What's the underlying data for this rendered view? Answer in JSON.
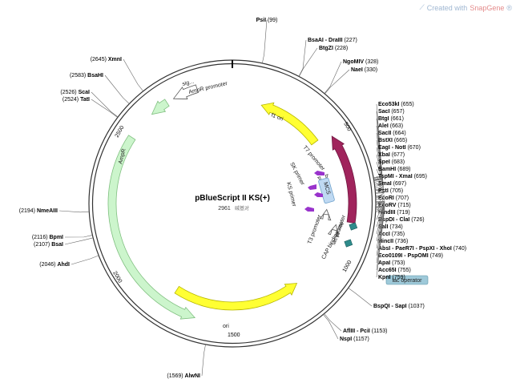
{
  "watermark": {
    "text": "Created with",
    "brand": "SnapGene",
    "mark": "®"
  },
  "plasmid": {
    "name": "pBlueScript II KS(+)",
    "size": "2961",
    "size_suffix": "碱基对"
  },
  "ruler_ticks": [
    "500",
    "1000",
    "1500",
    "2000",
    "2500"
  ],
  "sites": [
    {
      "name": "PsiI",
      "pos": "(99)"
    },
    {
      "name": "BsaAI - DraIII",
      "pos": "(227)"
    },
    {
      "name": "BtgZI",
      "pos": "(228)"
    },
    {
      "name": "NgoMIV",
      "pos": "(328)"
    },
    {
      "name": "NaeI",
      "pos": "(330)"
    },
    {
      "name": "Eco53kI",
      "pos": "(655)"
    },
    {
      "name": "SacI",
      "pos": "(657)"
    },
    {
      "name": "BtgI",
      "pos": "(661)"
    },
    {
      "name": "AleI",
      "pos": "(663)"
    },
    {
      "name": "SacII",
      "pos": "(664)"
    },
    {
      "name": "BstXI",
      "pos": "(665)"
    },
    {
      "name": "EagI - NotI",
      "pos": "(670)"
    },
    {
      "name": "XbaI",
      "pos": "(677)"
    },
    {
      "name": "SpeI",
      "pos": "(683)"
    },
    {
      "name": "BamHI",
      "pos": "(689)"
    },
    {
      "name": "TspMI - XmaI",
      "pos": "(695)"
    },
    {
      "name": "SmaI",
      "pos": "(697)"
    },
    {
      "name": "PstI",
      "pos": "(705)"
    },
    {
      "name": "EcoRI",
      "pos": "(707)"
    },
    {
      "name": "EcoRV",
      "pos": "(715)"
    },
    {
      "name": "HindIII",
      "pos": "(719)"
    },
    {
      "name": "BspDI - ClaI",
      "pos": "(726)"
    },
    {
      "name": "SalI",
      "pos": "(734)"
    },
    {
      "name": "AccI",
      "pos": "(735)"
    },
    {
      "name": "HincII",
      "pos": "(736)"
    },
    {
      "name": "AbsI - PaeR7I - PspXI - XhoI",
      "pos": "(740)"
    },
    {
      "name": "Eco0109I - PspOMI",
      "pos": "(749)"
    },
    {
      "name": "ApaI",
      "pos": "(753)"
    },
    {
      "name": "Acc65I",
      "pos": "(755)"
    },
    {
      "name": "KpnI",
      "pos": "(759)"
    },
    {
      "name": "BspQI - SapI",
      "pos": "(1037)"
    },
    {
      "name": "AflIII - PciI",
      "pos": "(1153)"
    },
    {
      "name": "NspI",
      "pos": "(1157)"
    },
    {
      "name": "AlwNI",
      "pos": "(1569)"
    },
    {
      "name": "AhdI",
      "pos": "(2046)"
    },
    {
      "name": "BpmI",
      "pos": "(2116)"
    },
    {
      "name": "BsaI",
      "pos": "(2107)"
    },
    {
      "name": "NmeAIII",
      "pos": "(2194)"
    },
    {
      "name": "ScaI",
      "pos": "(2526)"
    },
    {
      "name": "TatI",
      "pos": "(2524)"
    },
    {
      "name": "BsaHI",
      "pos": "(2583)"
    },
    {
      "name": "XmnI",
      "pos": "(2645)"
    }
  ],
  "features": {
    "ampr_promoter": "AmpR promoter",
    "sig": "sig...",
    "ampr": "AmpR",
    "f1_ori": "f1 ori",
    "lacz": "lacZα",
    "ori": "ori",
    "t7_promoter": "T7 promoter",
    "mcs": "MCS",
    "sk_primer": "SK primer",
    "ks_primer": "KS primer",
    "t3_promoter": "T3 promoter",
    "lac_promoter": "lac promoter",
    "cap_site": "CAP binding site",
    "lac_operator": "lac operator"
  },
  "colors": {
    "ampr": "#ccf5cc",
    "ori": "#ffff33",
    "lacz": "#a0245c",
    "mcs": "#bfd9f2",
    "primer": "#9933cc",
    "operator": "#9ec9d9",
    "cap": "#2e8b8b"
  }
}
